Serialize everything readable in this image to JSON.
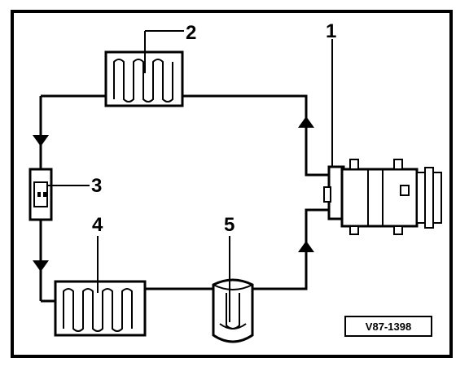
{
  "labels": {
    "compressor": "1",
    "condenser": "2",
    "expansion_valve": "3",
    "evaporator": "4",
    "receiver_dryer": "5"
  },
  "reference_code": "V87-1398",
  "flow_arrows": [
    "down",
    "down",
    "up",
    "up"
  ]
}
